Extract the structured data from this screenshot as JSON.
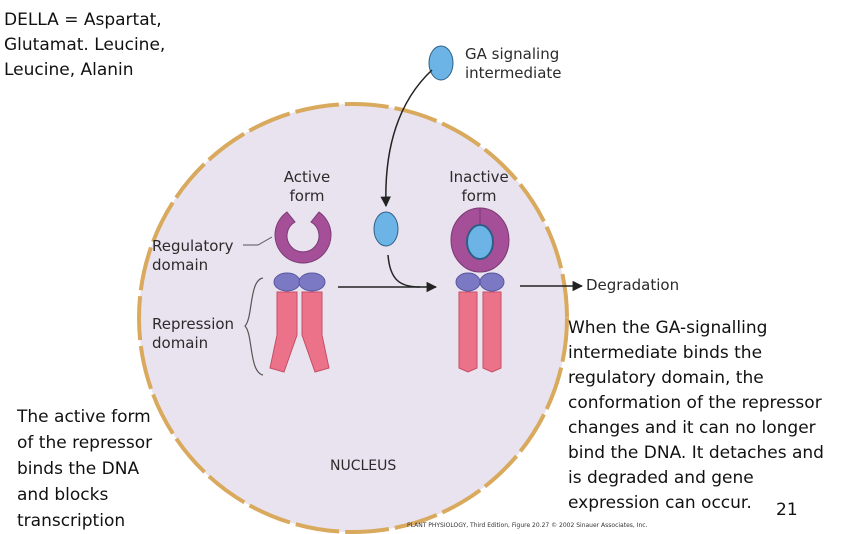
{
  "notes": {
    "top_left": [
      "DELLA = Aspartat,",
      "Glutamat. Leucine,",
      "Leucine, Alanin"
    ],
    "bottom_left": [
      "The active form",
      "of the repressor",
      "binds the DNA",
      "and blocks",
      "transcription"
    ],
    "bottom_right": [
      "When the GA-signalling",
      "intermediate binds the",
      "regulatory domain, the",
      "conformation of the repressor",
      "changes and it can no longer",
      "bind the DNA. It detaches and",
      "is degraded and gene",
      "expression can occur."
    ]
  },
  "labels": {
    "ga": [
      "GA signaling",
      "intermediate"
    ],
    "active": [
      "Active",
      "form"
    ],
    "inactive": [
      "Inactive",
      "form"
    ],
    "regulatory": [
      "Regulatory",
      "domain"
    ],
    "repression": [
      "Repression",
      "domain"
    ],
    "degradation": "Degradation",
    "nucleus": "NUCLEUS"
  },
  "page_number": "21",
  "credit": "PLANT PHYSIOLOGY, Third Edition, Figure 20.27 © 2002 Sinauer Associates, Inc.",
  "colors": {
    "nucleus_fill": "#e8e3ef",
    "membrane": "#d9a95e",
    "regulatory_domain": "#a44f98",
    "linker_domain": "#7b79c4",
    "repression_domain": "#ec7289",
    "ga_intermediate": "#6cb3e6",
    "arrow": "#222222"
  }
}
